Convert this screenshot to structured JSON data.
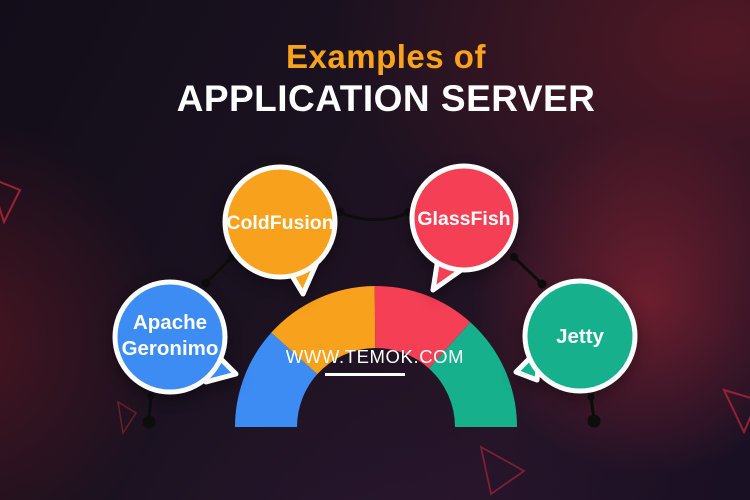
{
  "title": {
    "subtitle": "Examples of",
    "main": "APPLICATION SERVER"
  },
  "website": {
    "url": "WWW.TEMOK.COM"
  },
  "bubbles": [
    {
      "name": "ColdFusion",
      "lines": [
        "ColdFusion"
      ],
      "color": "#F8A11D"
    },
    {
      "name": "GlassFish",
      "lines": [
        "GlassFish"
      ],
      "color": "#F43F55"
    },
    {
      "name": "Apache Geronimo",
      "lines": [
        "Apache",
        "Geronimo"
      ],
      "color": "#3D8CF4"
    },
    {
      "name": "Jetty",
      "lines": [
        "Jetty"
      ],
      "color": "#16B08D"
    }
  ],
  "gauge": {
    "type": "semicircle-ring",
    "segments": [
      {
        "name": "blue-segment",
        "color": "#3D8CF4"
      },
      {
        "name": "orange-segment",
        "color": "#F8A11D"
      },
      {
        "name": "red-segment",
        "color": "#F43F55"
      },
      {
        "name": "teal-segment",
        "color": "#16B08D"
      }
    ]
  },
  "colors": {
    "title_accent": "#F9A21C",
    "title_main": "#FFFFFF",
    "connector": "#0D0D0D",
    "triangle_outline": "#B7283A",
    "background_base": "#1B1220"
  }
}
